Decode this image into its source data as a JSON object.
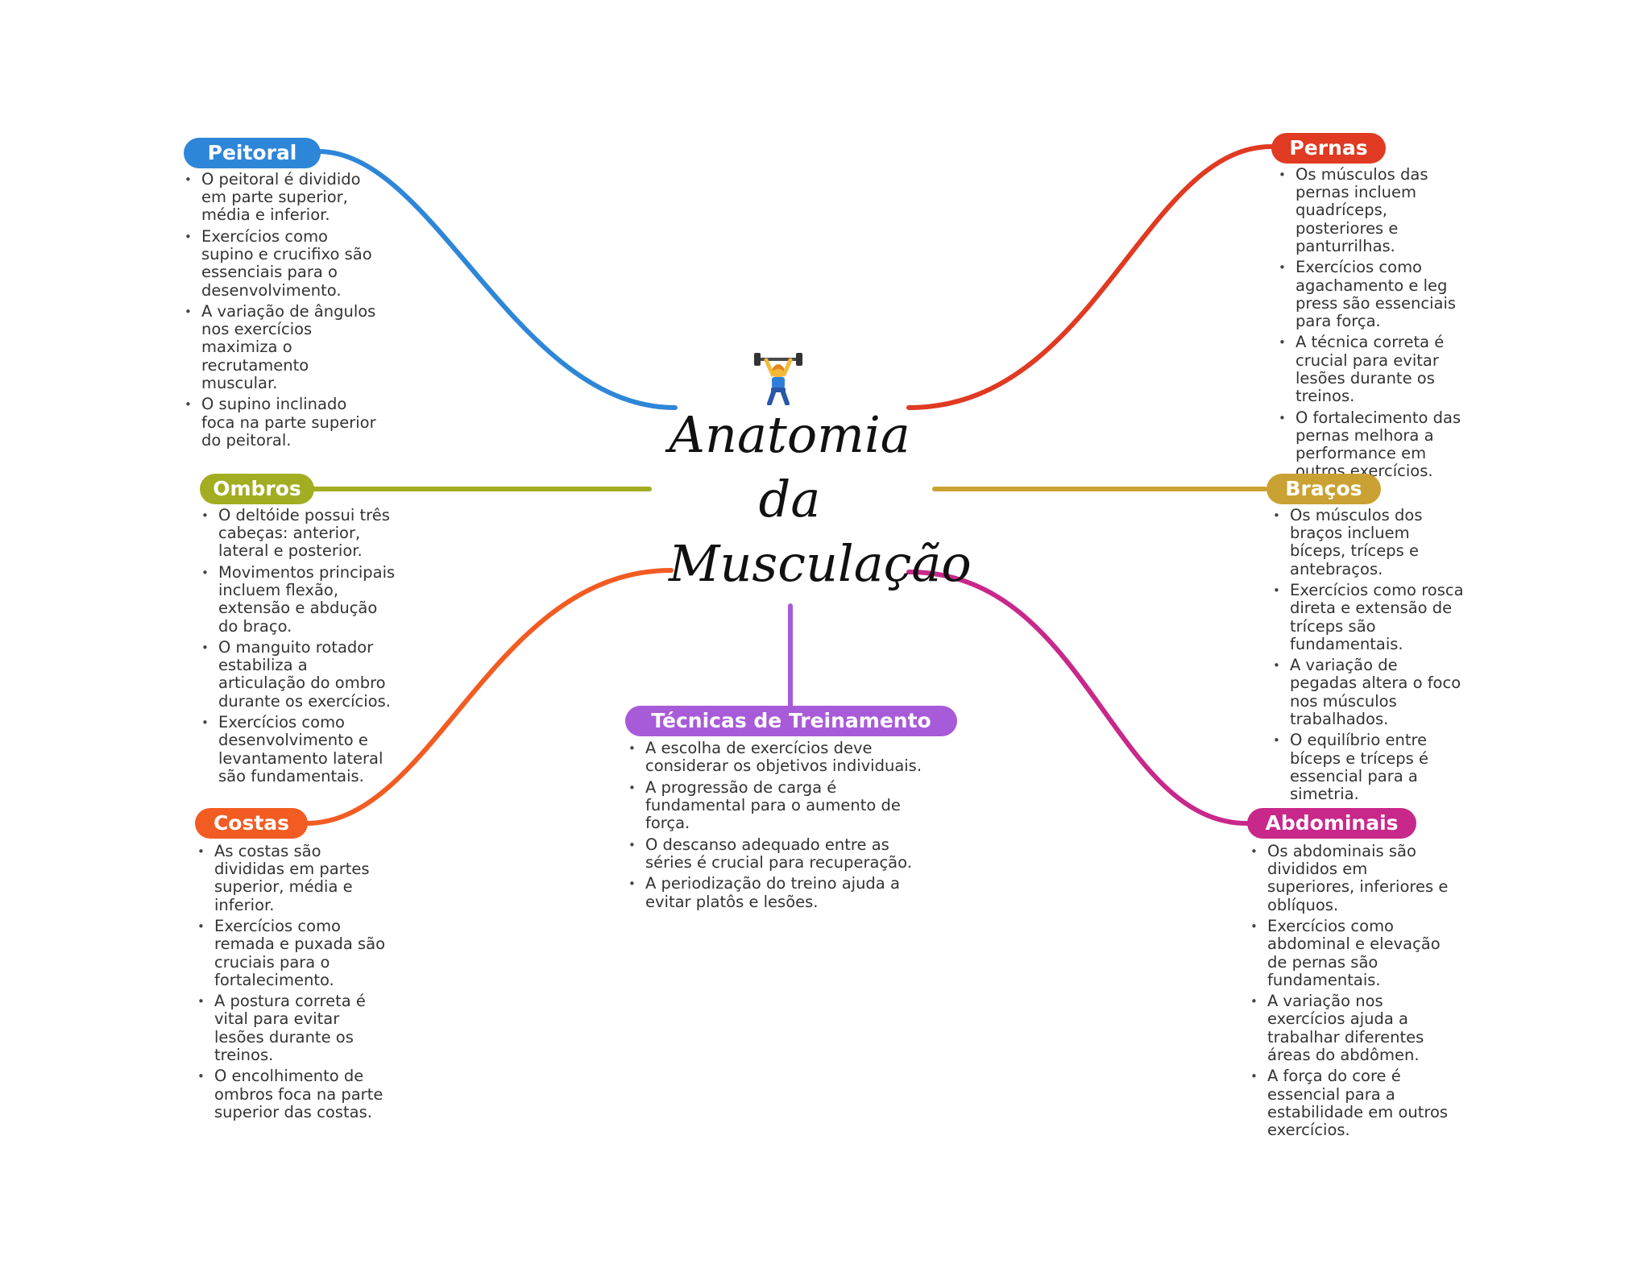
{
  "center": {
    "title_lines": [
      "Anatomia",
      "da",
      "Musculação"
    ],
    "emoji": "weightlifter-icon"
  },
  "branches": {
    "peitoral": {
      "label": "Peitoral",
      "color": "#2e86d8",
      "bullets": [
        "O peitoral é dividido em parte superior, média e inferior.",
        "Exercícios como supino e crucifixo são essenciais para o desenvolvimento.",
        "A variação de ângulos nos exercícios maximiza o recrutamento muscular.",
        "O supino inclinado foca na parte superior do peitoral."
      ]
    },
    "ombros": {
      "label": "Ombros",
      "color": "#a3ad22",
      "bullets": [
        "O deltóide possui três cabeças: anterior, lateral e posterior.",
        "Movimentos principais incluem flexão, extensão e abdução do braço.",
        "O manguito rotador estabiliza a articulação do ombro durante os exercícios.",
        "Exercícios como desenvolvimento e levantamento lateral são fundamentais."
      ]
    },
    "costas": {
      "label": "Costas",
      "color": "#f25c22",
      "bullets": [
        "As costas são divididas em partes superior, média e inferior.",
        "Exercícios como remada e puxada são cruciais para o fortalecimento.",
        "A postura correta é vital para evitar lesões durante os treinos.",
        "O encolhimento de ombros foca na parte superior das costas."
      ]
    },
    "tecnicas": {
      "label": "Técnicas de Treinamento",
      "color": "#a85bd8",
      "bullets": [
        "A escolha de exercícios deve considerar os objetivos individuais.",
        "A progressão de carga é fundamental para o aumento de força.",
        "O descanso adequado entre as séries é crucial para recuperação.",
        "A periodização do treino ajuda a evitar platôs e lesões."
      ]
    },
    "pernas": {
      "label": "Pernas",
      "color": "#e03a22",
      "bullets": [
        "Os músculos das pernas incluem quadríceps, posteriores e panturrilhas.",
        "Exercícios como agachamento e leg press são essenciais para força.",
        "A técnica correta é crucial para evitar lesões durante os treinos.",
        "O fortalecimento das pernas melhora a performance em outros exercícios."
      ]
    },
    "bracos": {
      "label": "Braços",
      "color": "#c9a233",
      "bullets": [
        "Os músculos dos braços incluem bíceps, tríceps e antebraços.",
        "Exercícios como rosca direta e extensão de tríceps são fundamentais.",
        "A variação de pegadas altera o foco nos músculos trabalhados.",
        "O equilíbrio entre bíceps e tríceps é essencial para a simetria."
      ]
    },
    "abdominais": {
      "label": "Abdominais",
      "color": "#c8288a",
      "bullets": [
        "Os abdominais são divididos em superiores, inferiores e oblíquos.",
        "Exercícios como abdominal e elevação de pernas são fundamentais.",
        "A variação nos exercícios ajuda a trabalhar diferentes áreas do abdômen.",
        "A força do core é essencial para a estabilidade em outros exercícios."
      ]
    }
  }
}
